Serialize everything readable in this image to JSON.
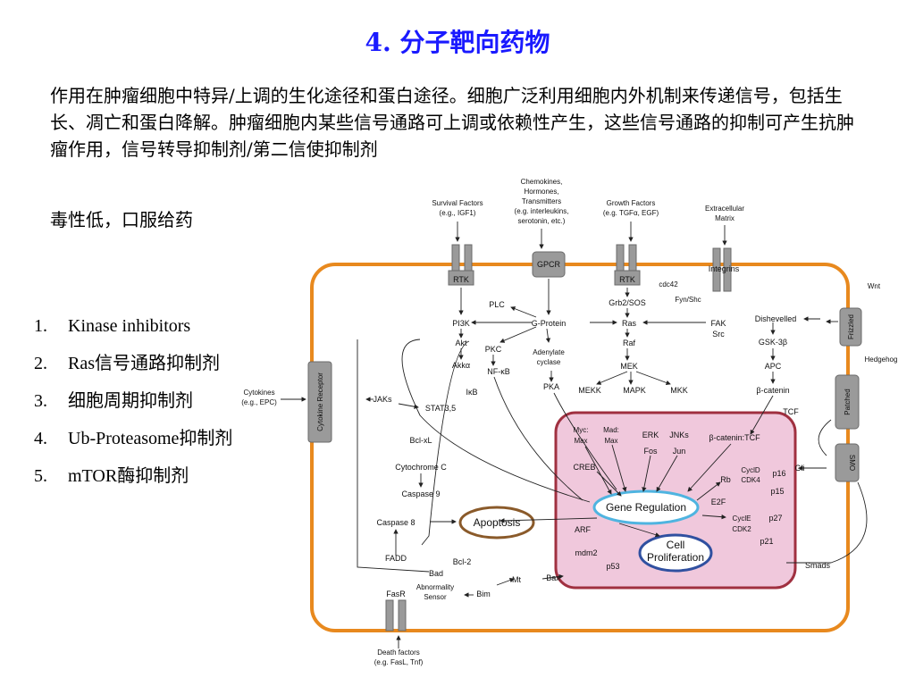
{
  "slide": {
    "title": "4. 分子靶向药物",
    "paragraph": "作用在肿瘤细胞中特异/上调的生化途径和蛋白途径。细胞广泛利用细胞内外机制来传递信号，包括生长、凋亡和蛋白降解。肿瘤细胞内某些信号通路可上调或依赖性产生，这些信号通路的抑制可产生抗肿瘤作用，信号转导抑制剂/第二信使抑制剂",
    "subtext": "毒性低，口服给药",
    "list": [
      {
        "num": "1.",
        "text": "Kinase inhibitors"
      },
      {
        "num": "2.",
        "text": "Ras信号通路抑制剂"
      },
      {
        "num": "3.",
        "text": "细胞周期抑制剂"
      },
      {
        "num": "4.",
        "text": "Ub-Proteasome抑制剂"
      },
      {
        "num": "5.",
        "text": "mTOR酶抑制剂"
      }
    ]
  },
  "diagram": {
    "colors": {
      "membrane": "#e8891e",
      "nucleus_fill": "#f0c8dc",
      "nucleus_border": "#a03040",
      "gene_border": "#4fb4e0",
      "apoptosis_border": "#8a5a2a",
      "prolif_border": "#3050a0",
      "receptor": "#9a9a9a"
    },
    "external": {
      "survival": [
        "Survival Factors",
        "(e.g., IGF1)"
      ],
      "chemokines": [
        "Chemokines,",
        "Hormones,",
        "Transmitters",
        "(e.g. interleukins,",
        "serotonin, etc.)"
      ],
      "growth": [
        "Growth Factors",
        "(e.g. TGFα, EGF)"
      ],
      "ecm": [
        "Extracellular",
        "Matrix"
      ],
      "wnt": "Wnt",
      "hedgehog": "Hedgehog",
      "cytokines": [
        "Cytokines",
        "(e.g., EPC)"
      ],
      "death": [
        "Death factors",
        "(e.g. FasL, Tnf)"
      ]
    },
    "receptors": {
      "rtk1": "RTK",
      "gpcr": "GPCR",
      "rtk2": "RTK",
      "integrins": "Integrins",
      "frizzled": "Frizzled",
      "patched": "Patched",
      "smo": "SMO",
      "cytokine_receptor": "Cytokine Receptor",
      "fasr": "FasR"
    },
    "nodes": {
      "cdc42": "cdc42",
      "fyn": "Fyn/Shc",
      "plc": "PLC",
      "pi3k": "PI3K",
      "gprotein": "G-Protein",
      "grb2": "Grb2/SOS",
      "ras": "Ras",
      "fak": "FAK",
      "src": "Src",
      "akt": "Akt",
      "pkc": "PKC",
      "adenylate": [
        "Adenylate",
        "cyclase"
      ],
      "raf": "Raf",
      "akka": "Akkα",
      "nfkb": "NF-κB",
      "mek": "MEK",
      "ikb": "IκB",
      "pka": "PKA",
      "mekk": "MEKK",
      "mapk": "MAPK",
      "mkk": "MKK",
      "jaks": "JAKs",
      "stat": "STAT3,5",
      "bclxl": "Bcl-xL",
      "cytc": "Cytochrome C",
      "casp9": "Caspase 9",
      "casp8": "Caspase 8",
      "fadd": "FADD",
      "bad": "Bad",
      "bcl2": "Bcl-2",
      "mt": "Mt",
      "bim": "Bim",
      "abnorm": [
        "Abnormality",
        "Sensor"
      ],
      "bax": "Bax",
      "dishevelled": "Dishevelled",
      "gsk": "GSK-3β",
      "apc": "APC",
      "bcat": "β-catenin",
      "tcf": "TCF",
      "bcattcf": "β-catenin:TCF",
      "myc": [
        "Myc:",
        "Max"
      ],
      "mad": [
        "Mad:",
        "Max"
      ],
      "erk": [
        "ERK",
        "Fos"
      ],
      "jnk": [
        "JNKs",
        "Jun"
      ],
      "creb": "CREB",
      "cycd": [
        "CyclD",
        "CDK4"
      ],
      "p16": "p16",
      "gli": "Gli",
      "rb": "Rb",
      "e2f": "E2F",
      "p15": "p15",
      "cyce": [
        "CyclE",
        "CDK2"
      ],
      "p27": "p27",
      "p21": "p21",
      "arf": "ARF",
      "mdm2": "mdm2",
      "p53": "p53",
      "smads": "Smads",
      "gene_regulation": "Gene Regulation",
      "apoptosis": "Apoptosis",
      "proliferation": [
        "Cell",
        "Proliferation"
      ]
    }
  }
}
